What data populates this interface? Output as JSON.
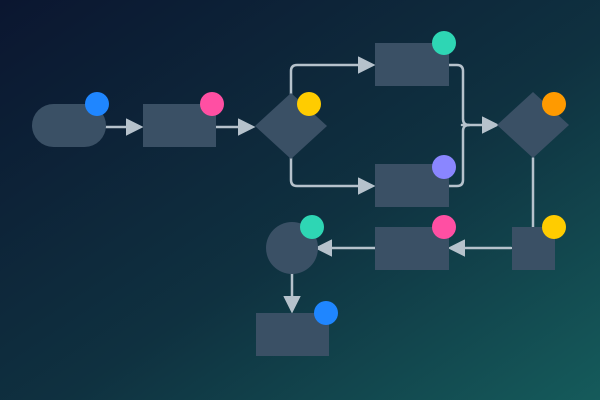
{
  "colors": {
    "background_start": "#0b1630",
    "background_mid": "#0f3140",
    "background_end": "#155b5b",
    "node_fill": "#3a5065",
    "connector": "#b6c2cc",
    "badge_blue": "#1f86ff",
    "badge_pink": "#ff4fa3",
    "badge_yellow": "#ffcc00",
    "badge_teal": "#2ed6b4",
    "badge_purple": "#8a86ff",
    "badge_orange": "#ff9a00"
  },
  "diagram": {
    "type": "flowchart",
    "nodes": [
      {
        "id": "start",
        "shape": "terminator",
        "badge_color": "blue"
      },
      {
        "id": "process-1",
        "shape": "rectangle",
        "badge_color": "pink"
      },
      {
        "id": "decision-1",
        "shape": "diamond",
        "badge_color": "yellow"
      },
      {
        "id": "process-upper",
        "shape": "rectangle",
        "badge_color": "teal"
      },
      {
        "id": "process-lower",
        "shape": "rectangle",
        "badge_color": "purple"
      },
      {
        "id": "decision-2",
        "shape": "diamond",
        "badge_color": "orange"
      },
      {
        "id": "process-right",
        "shape": "rectangle",
        "badge_color": "yellow"
      },
      {
        "id": "process-middle",
        "shape": "rectangle",
        "badge_color": "pink"
      },
      {
        "id": "connector-circle",
        "shape": "circle",
        "badge_color": "teal"
      },
      {
        "id": "end",
        "shape": "rectangle",
        "badge_color": "blue"
      }
    ],
    "edges": [
      {
        "from": "start",
        "to": "process-1"
      },
      {
        "from": "process-1",
        "to": "decision-1"
      },
      {
        "from": "decision-1",
        "to": "process-upper"
      },
      {
        "from": "decision-1",
        "to": "process-lower"
      },
      {
        "from": "process-upper",
        "to": "decision-2"
      },
      {
        "from": "process-lower",
        "to": "decision-2"
      },
      {
        "from": "decision-2",
        "to": "process-right"
      },
      {
        "from": "process-right",
        "to": "process-middle"
      },
      {
        "from": "process-middle",
        "to": "connector-circle"
      },
      {
        "from": "connector-circle",
        "to": "end"
      }
    ]
  }
}
